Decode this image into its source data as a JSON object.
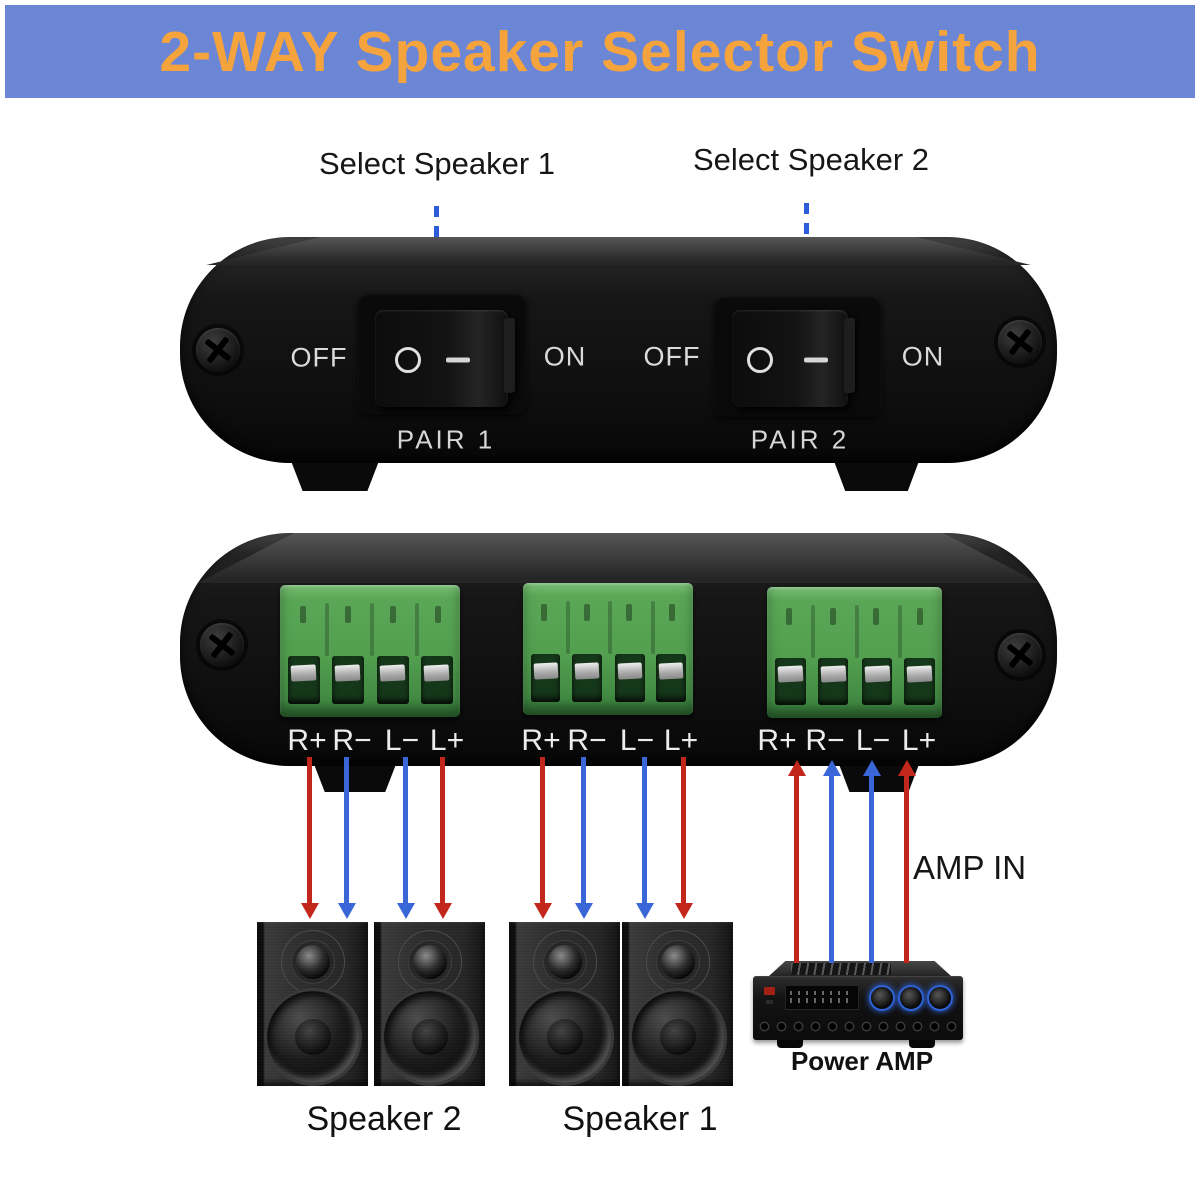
{
  "banner": {
    "title": "2-WAY Speaker Selector Switch"
  },
  "callouts": {
    "select_speaker_1": "Select Speaker 1",
    "select_speaker_2": "Select Speaker 2",
    "amp_in": "AMP IN"
  },
  "front_panel": {
    "pairs": [
      {
        "off_label": "OFF",
        "on_label": "ON",
        "name": "PAIR 1"
      },
      {
        "off_label": "OFF",
        "on_label": "ON",
        "name": "PAIR 2"
      }
    ]
  },
  "rear_panel": {
    "groups": [
      {
        "labels": [
          "R+",
          "R−",
          "L−",
          "L+"
        ]
      },
      {
        "labels": [
          "R+",
          "R−",
          "L−",
          "L+"
        ]
      },
      {
        "labels": [
          "R+",
          "R−",
          "L−",
          "L+"
        ]
      }
    ]
  },
  "bottom": {
    "speaker_pair_left_label": "Speaker 2",
    "speaker_pair_right_label": "Speaker 1",
    "amp_label": "Power AMP"
  },
  "colors": {
    "banner_bg": "#6C86D6",
    "banner_text": "#F5A33C",
    "wire_red": "#C3271B",
    "wire_blue": "#3A67D8",
    "callout_dash": "#2B5ED8",
    "terminal_green": "#529F4F"
  }
}
